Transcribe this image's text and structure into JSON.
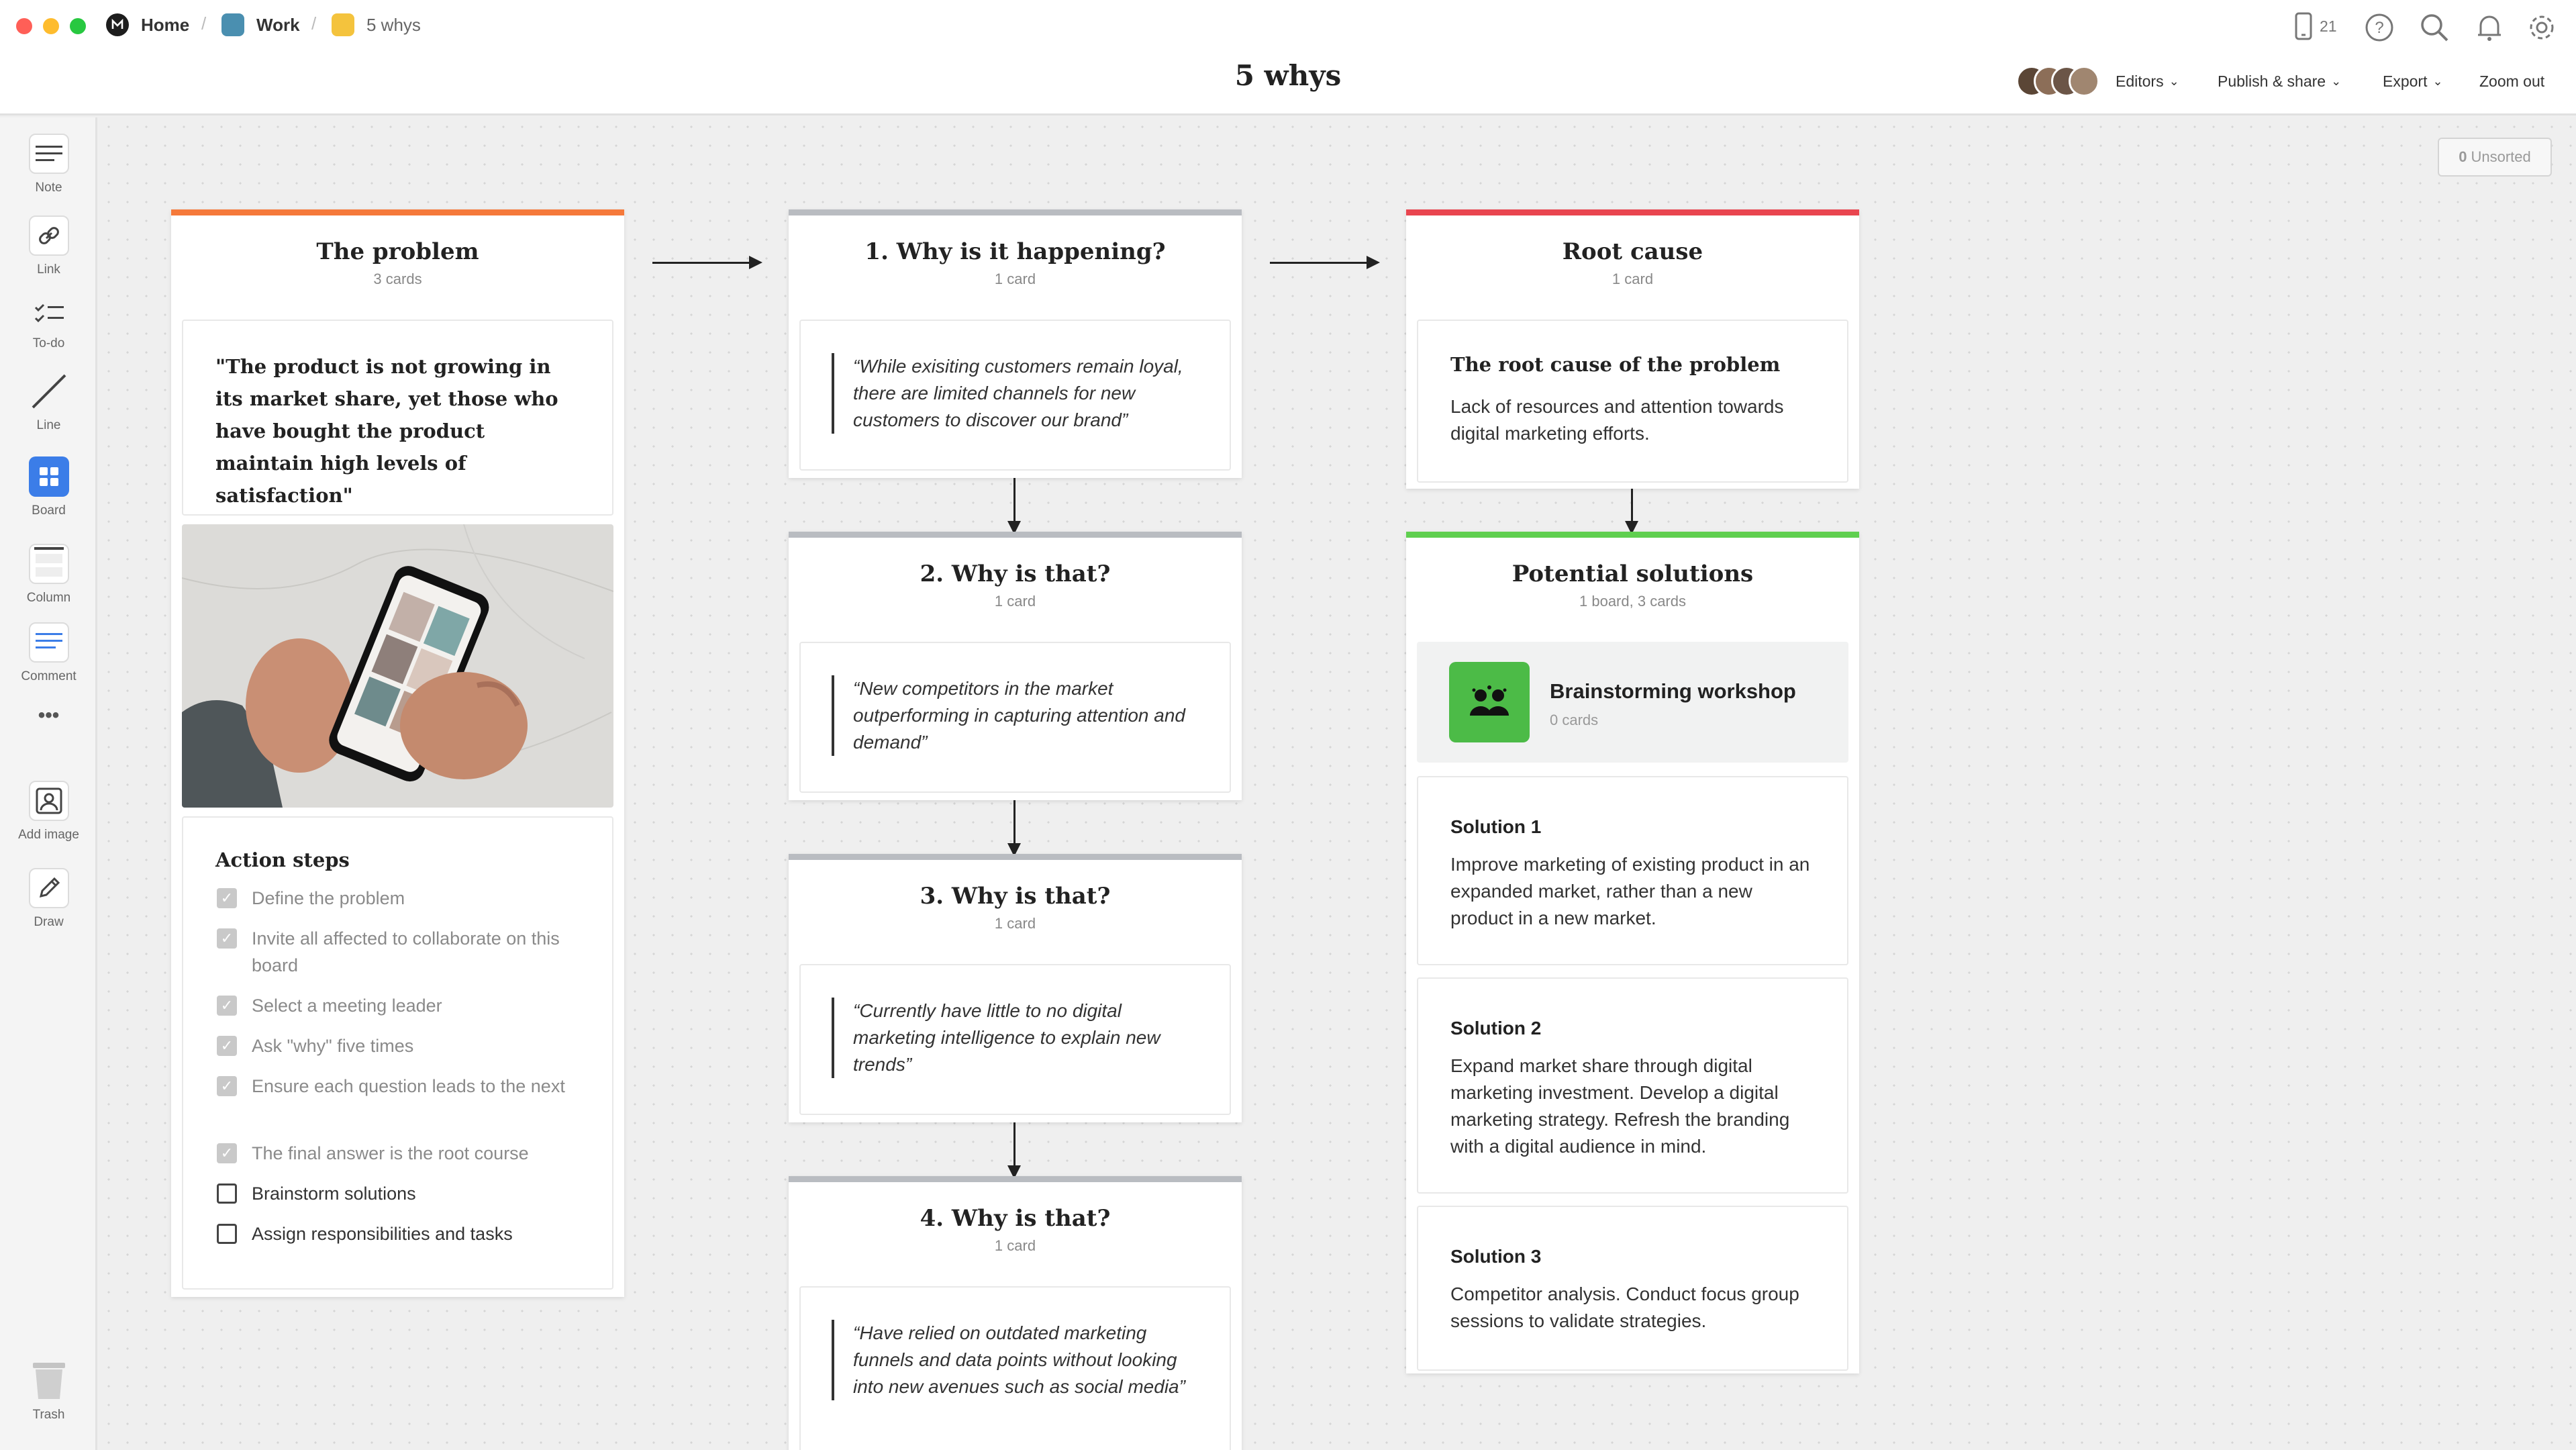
{
  "window": {
    "traffic_colors": [
      "#ff5f57",
      "#febc2e",
      "#28c840"
    ]
  },
  "breadcrumb": {
    "home": "Home",
    "work": "Work",
    "current": "5 whys",
    "separator": "/"
  },
  "header": {
    "title": "5 whys",
    "device_count": "21",
    "menu": {
      "editors": "Editors",
      "publish": "Publish & share",
      "export": "Export",
      "zoom": "Zoom out"
    }
  },
  "toolbar": {
    "note": "Note",
    "link": "Link",
    "todo": "To-do",
    "line": "Line",
    "board": "Board",
    "column": "Column",
    "comment": "Comment",
    "more": "•••",
    "add_image": "Add image",
    "draw": "Draw",
    "trash": "Trash"
  },
  "unsorted": {
    "count": "0",
    "label": "Unsorted"
  },
  "colors": {
    "problem_accent": "#f5793a",
    "why_accent": "#b9bcc1",
    "root_accent": "#e9454f",
    "solutions_accent": "#5fcf4f",
    "board_icon_bg": "#4cbb47"
  },
  "problem": {
    "title": "The problem",
    "count": "3 cards",
    "statement": "\"The product is not growing in its market share, yet those who have bought the product maintain high levels of satisfaction\"",
    "action_title": "Action steps",
    "steps": [
      {
        "text": "Define the problem",
        "done": true
      },
      {
        "text": "Invite all affected to collaborate on this board",
        "done": true
      },
      {
        "text": "Select a meeting leader",
        "done": true
      },
      {
        "text": "Ask \"why\" five times",
        "done": true
      },
      {
        "text": "Ensure each question leads to the next",
        "done": true
      },
      {
        "text": "The final answer is the root course",
        "done": true
      },
      {
        "text": "Brainstorm solutions",
        "done": false
      },
      {
        "text": "Assign responsibilities and tasks",
        "done": false
      }
    ]
  },
  "whys": [
    {
      "title": "1. Why is it happening?",
      "count": "1 card",
      "quote": "“While exisiting customers remain loyal, there are limited channels for new customers to discover our brand”"
    },
    {
      "title": "2. Why is that?",
      "count": "1 card",
      "quote": "“New competitors in the market outperforming in capturing attention and demand”"
    },
    {
      "title": "3. Why is that?",
      "count": "1 card",
      "quote": "“Currently have little to no digital marketing intelligence to explain new trends”"
    },
    {
      "title": "4. Why is that?",
      "count": "1 card",
      "quote": "“Have relied on outdated marketing funnels and data points without looking into new avenues such as social media”"
    }
  ],
  "root": {
    "title": "Root cause",
    "count": "1 card",
    "card_title": "The root cause of the problem",
    "card_body": "Lack of resources and attention towards digital marketing efforts."
  },
  "solutions": {
    "title": "Potential solutions",
    "count": "1 board, 3 cards",
    "board_title": "Brainstorming workshop",
    "board_count": "0 cards",
    "items": [
      {
        "title": "Solution 1",
        "body": "Improve marketing of existing product in an expanded market, rather than a new product in a new market."
      },
      {
        "title": "Solution 2",
        "body": "Expand market share through digital marketing investment. Develop a digital marketing strategy. Refresh the branding with a digital audience in mind."
      },
      {
        "title": "Solution 3",
        "body": "Competitor analysis. Conduct focus group sessions to validate strategies."
      }
    ]
  }
}
